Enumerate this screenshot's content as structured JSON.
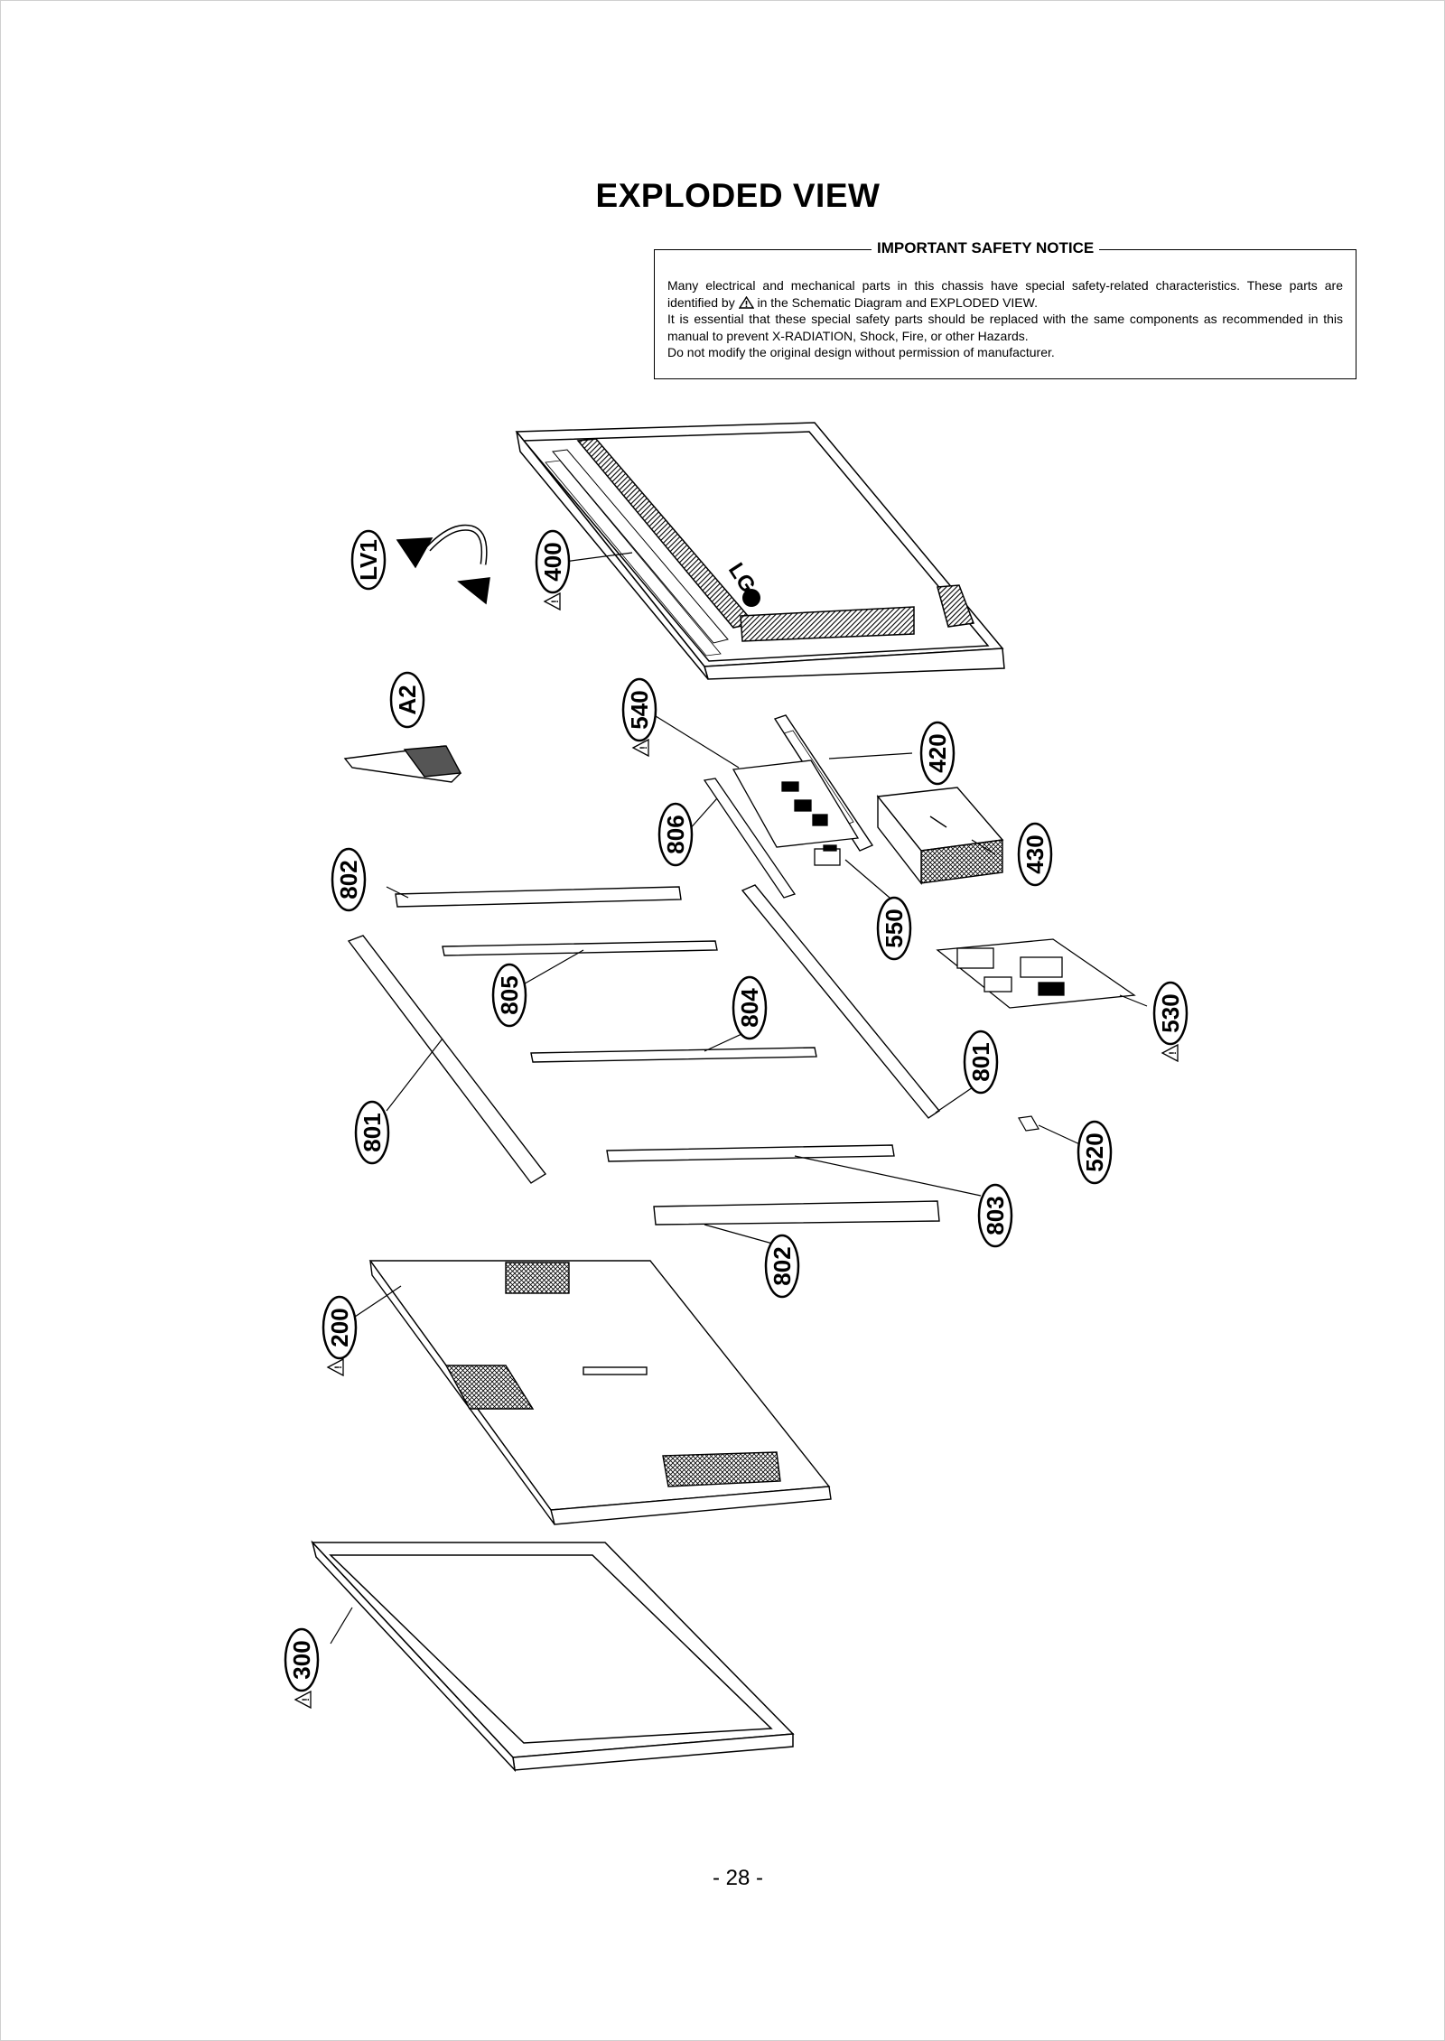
{
  "page": {
    "title": "EXPLODED VIEW",
    "page_number": "- 28 -"
  },
  "notice": {
    "title": "IMPORTANT SAFETY NOTICE",
    "line1_before_icon": "Many electrical and mechanical parts in this chassis have special safety-related characteristics. These parts are identified by",
    "line1_after_icon": "in the Schematic Diagram and EXPLODED VIEW.",
    "line2": "It is essential that these special safety parts should be replaced with the same components as recommended in this manual to prevent X-RADIATION, Shock, Fire, or other Hazards.",
    "line3": "Do not modify the original design without permission of manufacturer.",
    "icon": "warning-triangle-icon"
  },
  "callouts": {
    "lv1": "LV1",
    "p400": "400",
    "a2": "A2",
    "p540": "540",
    "p420": "420",
    "p806": "806",
    "p430": "430",
    "p802_top": "802",
    "p550": "550",
    "p805": "805",
    "p804": "804",
    "p530": "530",
    "p801_left": "801",
    "p801_right": "801",
    "p520": "520",
    "p803": "803",
    "p802_bottom": "802",
    "p200": "200",
    "p300": "300"
  },
  "logo_text": "LG",
  "warning_mark": "!"
}
